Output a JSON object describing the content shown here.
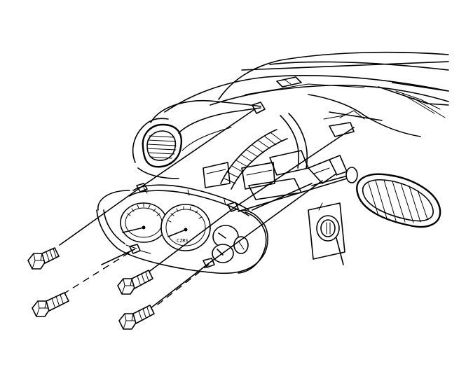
{
  "figure": {
    "gauge_readout": "CZRS",
    "icons": [
      "instrument-cluster",
      "mounting-screw",
      "air-vent",
      "steering-column",
      "ignition-switch",
      "dashboard-panel"
    ],
    "screw_count": 4
  }
}
